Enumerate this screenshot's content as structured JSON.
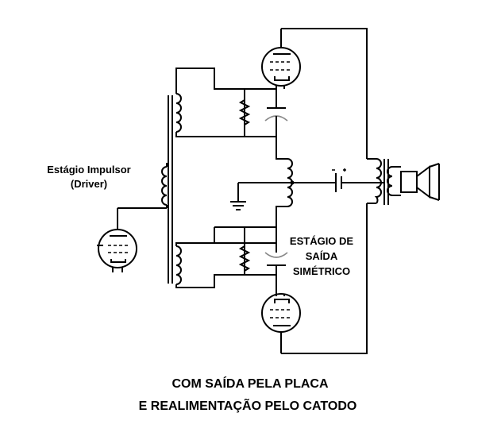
{
  "labels": {
    "driver_line1": "Estágio Impulsor",
    "driver_line2": "(Driver)",
    "output_line1": "ESTÁGIO DE",
    "output_line2": "SAÍDA",
    "output_line3": "SIMÉTRICO",
    "caption_line1": "COM SAÍDA PELA PLACA",
    "caption_line2": "E REALIMENTAÇÃO PELO CATODO"
  }
}
